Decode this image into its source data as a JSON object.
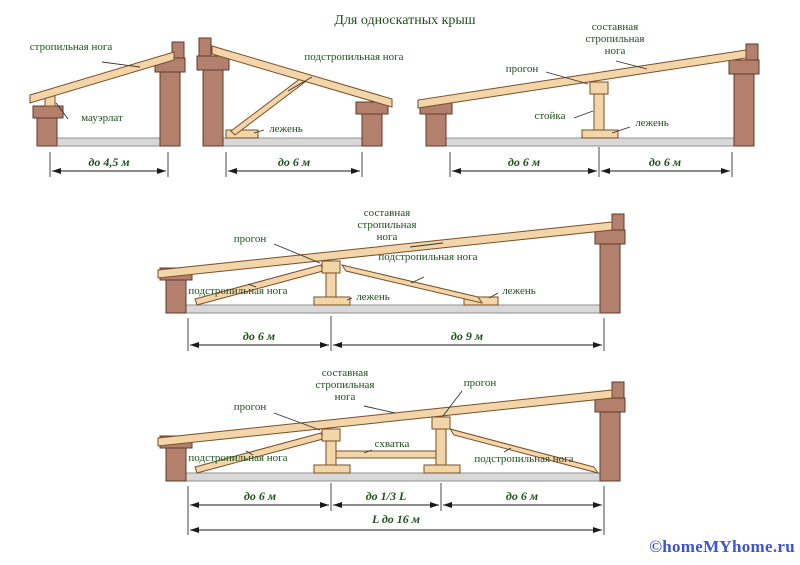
{
  "title": "Для односкатных крыш",
  "watermark": "©homeMYhome.ru",
  "colors": {
    "label_green": "#1d501d",
    "watermark_blue": "#3d55c9",
    "wood": "#f2d5a8",
    "wall_brick": "#b3806e",
    "foundation_gray": "#d8d8d8"
  },
  "diagrams": {
    "d1": {
      "labels": {
        "rafter": "стропильная нога",
        "mauerlat": "мауэрлат"
      },
      "dims": {
        "span": "до 4,5 м"
      }
    },
    "d2": {
      "labels": {
        "under_rafter": "подстропильная нога",
        "sleeper": "лежень"
      },
      "dims": {
        "span": "до 6 м"
      }
    },
    "d3": {
      "labels": {
        "composite_rafter": "составная стропильная нога",
        "purlin": "прогон",
        "post": "стойка",
        "sleeper": "лежень"
      },
      "dims": {
        "left": "до 6 м",
        "right": "до 6 м"
      }
    },
    "d4": {
      "labels": {
        "composite_rafter": "составная стропильная нога",
        "purlin": "прогон",
        "under_rafter_upper": "подстропильная нога",
        "under_rafter_lower": "подстропильная нога",
        "sleeper_mid": "лежень",
        "sleeper_right": "лежень"
      },
      "dims": {
        "left": "до 6 м",
        "right": "до 9 м"
      }
    },
    "d5": {
      "labels": {
        "composite_rafter": "составная стропильная нога",
        "purlin_upper": "прогон",
        "purlin_left": "прогон",
        "under_rafter_left": "подстропильная нога",
        "tie": "схватка",
        "under_rafter_right": "подстропильная нога"
      },
      "dims": {
        "left": "до 6 м",
        "mid": "до 1/3 L",
        "right": "до 6 м",
        "total": "L до 16 м"
      }
    }
  }
}
